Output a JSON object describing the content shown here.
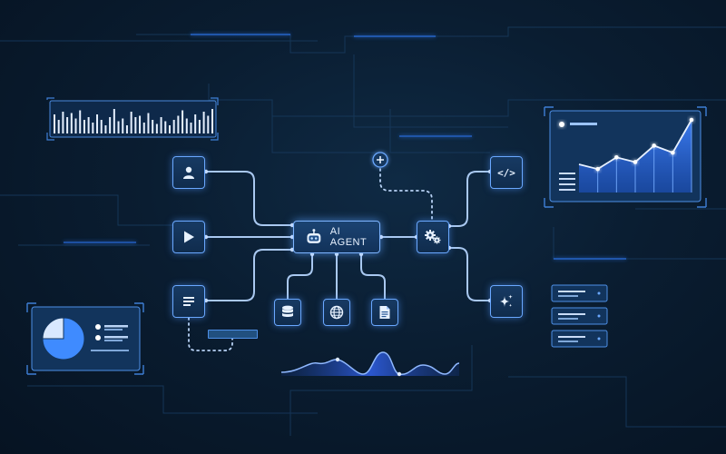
{
  "agent": {
    "label": "AI AGENT"
  },
  "icons": {
    "user": "user-icon",
    "play": "play-icon",
    "document": "document-list-icon",
    "database": "database-icon",
    "globe": "globe-icon",
    "file": "file-icon",
    "gear": "gears-icon",
    "code": "code-icon",
    "sparkle": "sparkle-icon",
    "plus": "plus-icon",
    "robot": "robot-icon"
  },
  "code_symbol": "</>",
  "line_chart": {
    "values": [
      1.2,
      1.0,
      1.5,
      1.3,
      2.0,
      1.7,
      3.1
    ]
  },
  "pie_chart": {
    "slices": [
      0.75,
      0.25
    ]
  },
  "colors": {
    "accent": "#4d8fe6",
    "glow": "#7db4ff",
    "background": "#0a1d31"
  }
}
